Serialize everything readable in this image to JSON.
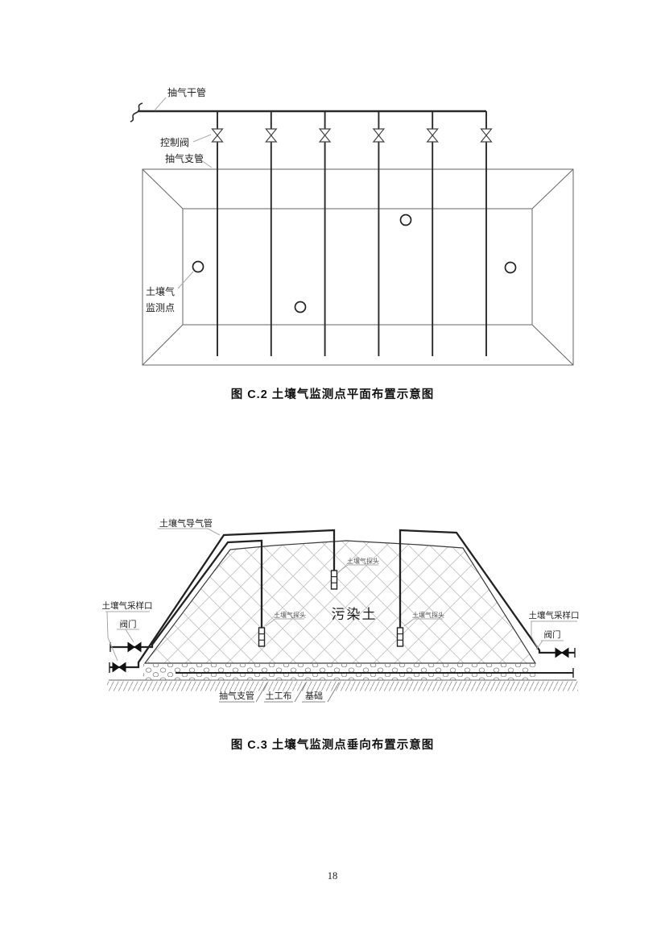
{
  "page": {
    "number": "18"
  },
  "figure_c2": {
    "caption": "图 C.2 土壤气监测点平面布置示意图",
    "labels": {
      "main_pipe": "抽气干管",
      "control_valve": "控制阀",
      "branch_pipe": "抽气支管",
      "monitoring_point_line1": "土壤气",
      "monitoring_point_line2": "监测点"
    },
    "branch_pipe_count": 6,
    "valve_count": 6,
    "monitoring_point_count": 4
  },
  "figure_c3": {
    "caption": "图 C.3 土壤气监测点垂向布置示意图",
    "labels": {
      "gas_pipe": "土壤气导气管",
      "sampling_port": "土壤气采样口",
      "valve": "阀门",
      "contaminated_soil": "污染土",
      "probe": "土壤气探头",
      "branch_pipe": "抽气支管",
      "geotextile": "土工布",
      "foundation": "基础"
    },
    "probe_count": 3,
    "sampling_port_count": 2,
    "surface_valve_count": 3
  },
  "colors": {
    "line_dark": "#2a2a2a",
    "line_thin": "#666666",
    "leader": "#aaaaaa",
    "soil_pattern": "#c6c6c6",
    "background": "#ffffff"
  }
}
